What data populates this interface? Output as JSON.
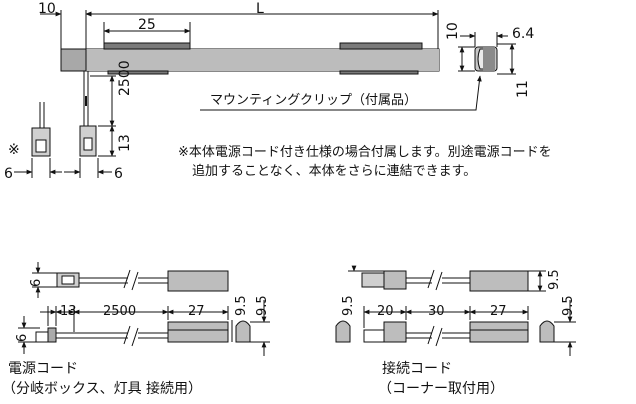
{
  "top": {
    "dim_10": "10",
    "dim_25": "25",
    "dim_L": "L",
    "dim_2500": "2500",
    "dim_13": "13",
    "dim_6_left": "6",
    "dim_6_right": "6",
    "side_10": "10",
    "side_64": "6.4",
    "side_11": "11",
    "asterisk": "※",
    "clip_label": "マウンティングクリップ（付属品）"
  },
  "note": {
    "line1": "※本体電源コード付き仕様の場合付属します。別途電源コードを",
    "line2": "追加することなく、本体をさらに連結できます。"
  },
  "power_cord": {
    "dim_6a": "6",
    "dim_6b": "6",
    "dim_13": "13",
    "dim_2500": "2500",
    "dim_27": "27",
    "dim_95a": "9.5",
    "dim_95b": "9.5",
    "label1": "電源コード",
    "label2": "（分岐ボックス、灯具 接続用）"
  },
  "connection_cord": {
    "dim_95a": "9.5",
    "dim_20": "20",
    "dim_30": "30",
    "dim_27": "27",
    "dim_95b": "9.5",
    "dim_95c": "9.5",
    "label1": "接続コード",
    "label2": "（コーナー取付用）"
  }
}
